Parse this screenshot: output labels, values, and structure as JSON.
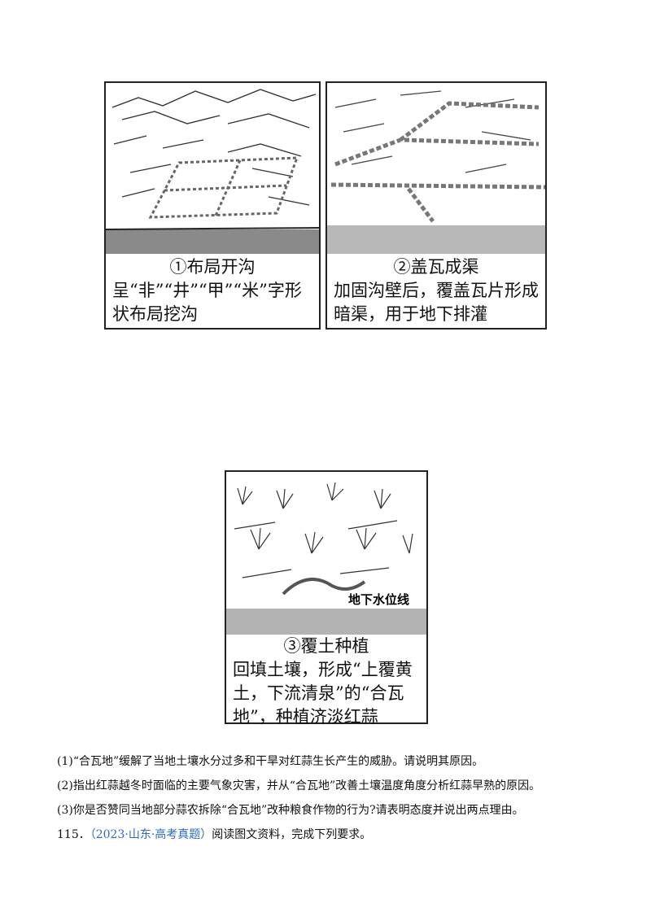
{
  "panels": [
    {
      "title": "①布局开沟",
      "desc": "呈“非”“井”“甲”“米”字形状布局挖沟"
    },
    {
      "title": "②盖瓦成渠",
      "desc": "加固沟壁后，覆盖瓦片形成暗渠，用于地下排灌"
    },
    {
      "title": "③覆土种植",
      "desc": "回填土壤，形成“上覆黄土，下流清泉”的“合瓦地”，种植济淡红蒜",
      "label": "地下水位线"
    }
  ],
  "questions": [
    "(1)“合瓦地”缓解了当地土壤水分过多和干旱对红蒜生长产生的威胁。请说明其原因。",
    "(2)指出红蒜越冬时面临的主要气象灾害，并从“合瓦地”改善土壤温度角度分析红蒜早熟的原因。",
    "(3)你是否赞同当地部分蒜农拆除“合瓦地”改种粮食作物的行为?请表明态度并说出两点理由。"
  ],
  "next_item": {
    "number": "115．",
    "source": "（2023·山东·高考真题）",
    "text": "阅读图文资料，完成下列要求。"
  }
}
